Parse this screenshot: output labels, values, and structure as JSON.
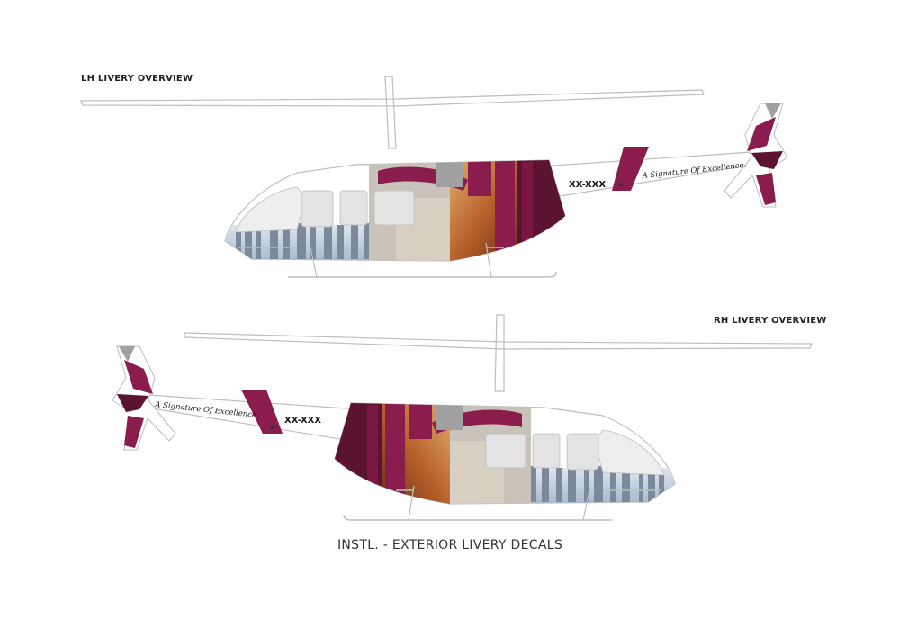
{
  "views": {
    "lh": {
      "label": "LH LIVERY OVERVIEW",
      "registration": "XX-XXX",
      "tagline": "A Signature Of Excellence."
    },
    "rh": {
      "label": "RH LIVERY OVERVIEW",
      "registration": "XX-XXX",
      "tagline": "A Signature Of Excellence."
    }
  },
  "caption": "INSTL. - EXTERIOR LIVERY DECALS",
  "colors": {
    "maroon": "#8a1c4e",
    "dark_maroon": "#5a1330",
    "grey": "#bdbdbd",
    "outline": "#bfbfbf",
    "window": "#e3e3e3"
  }
}
